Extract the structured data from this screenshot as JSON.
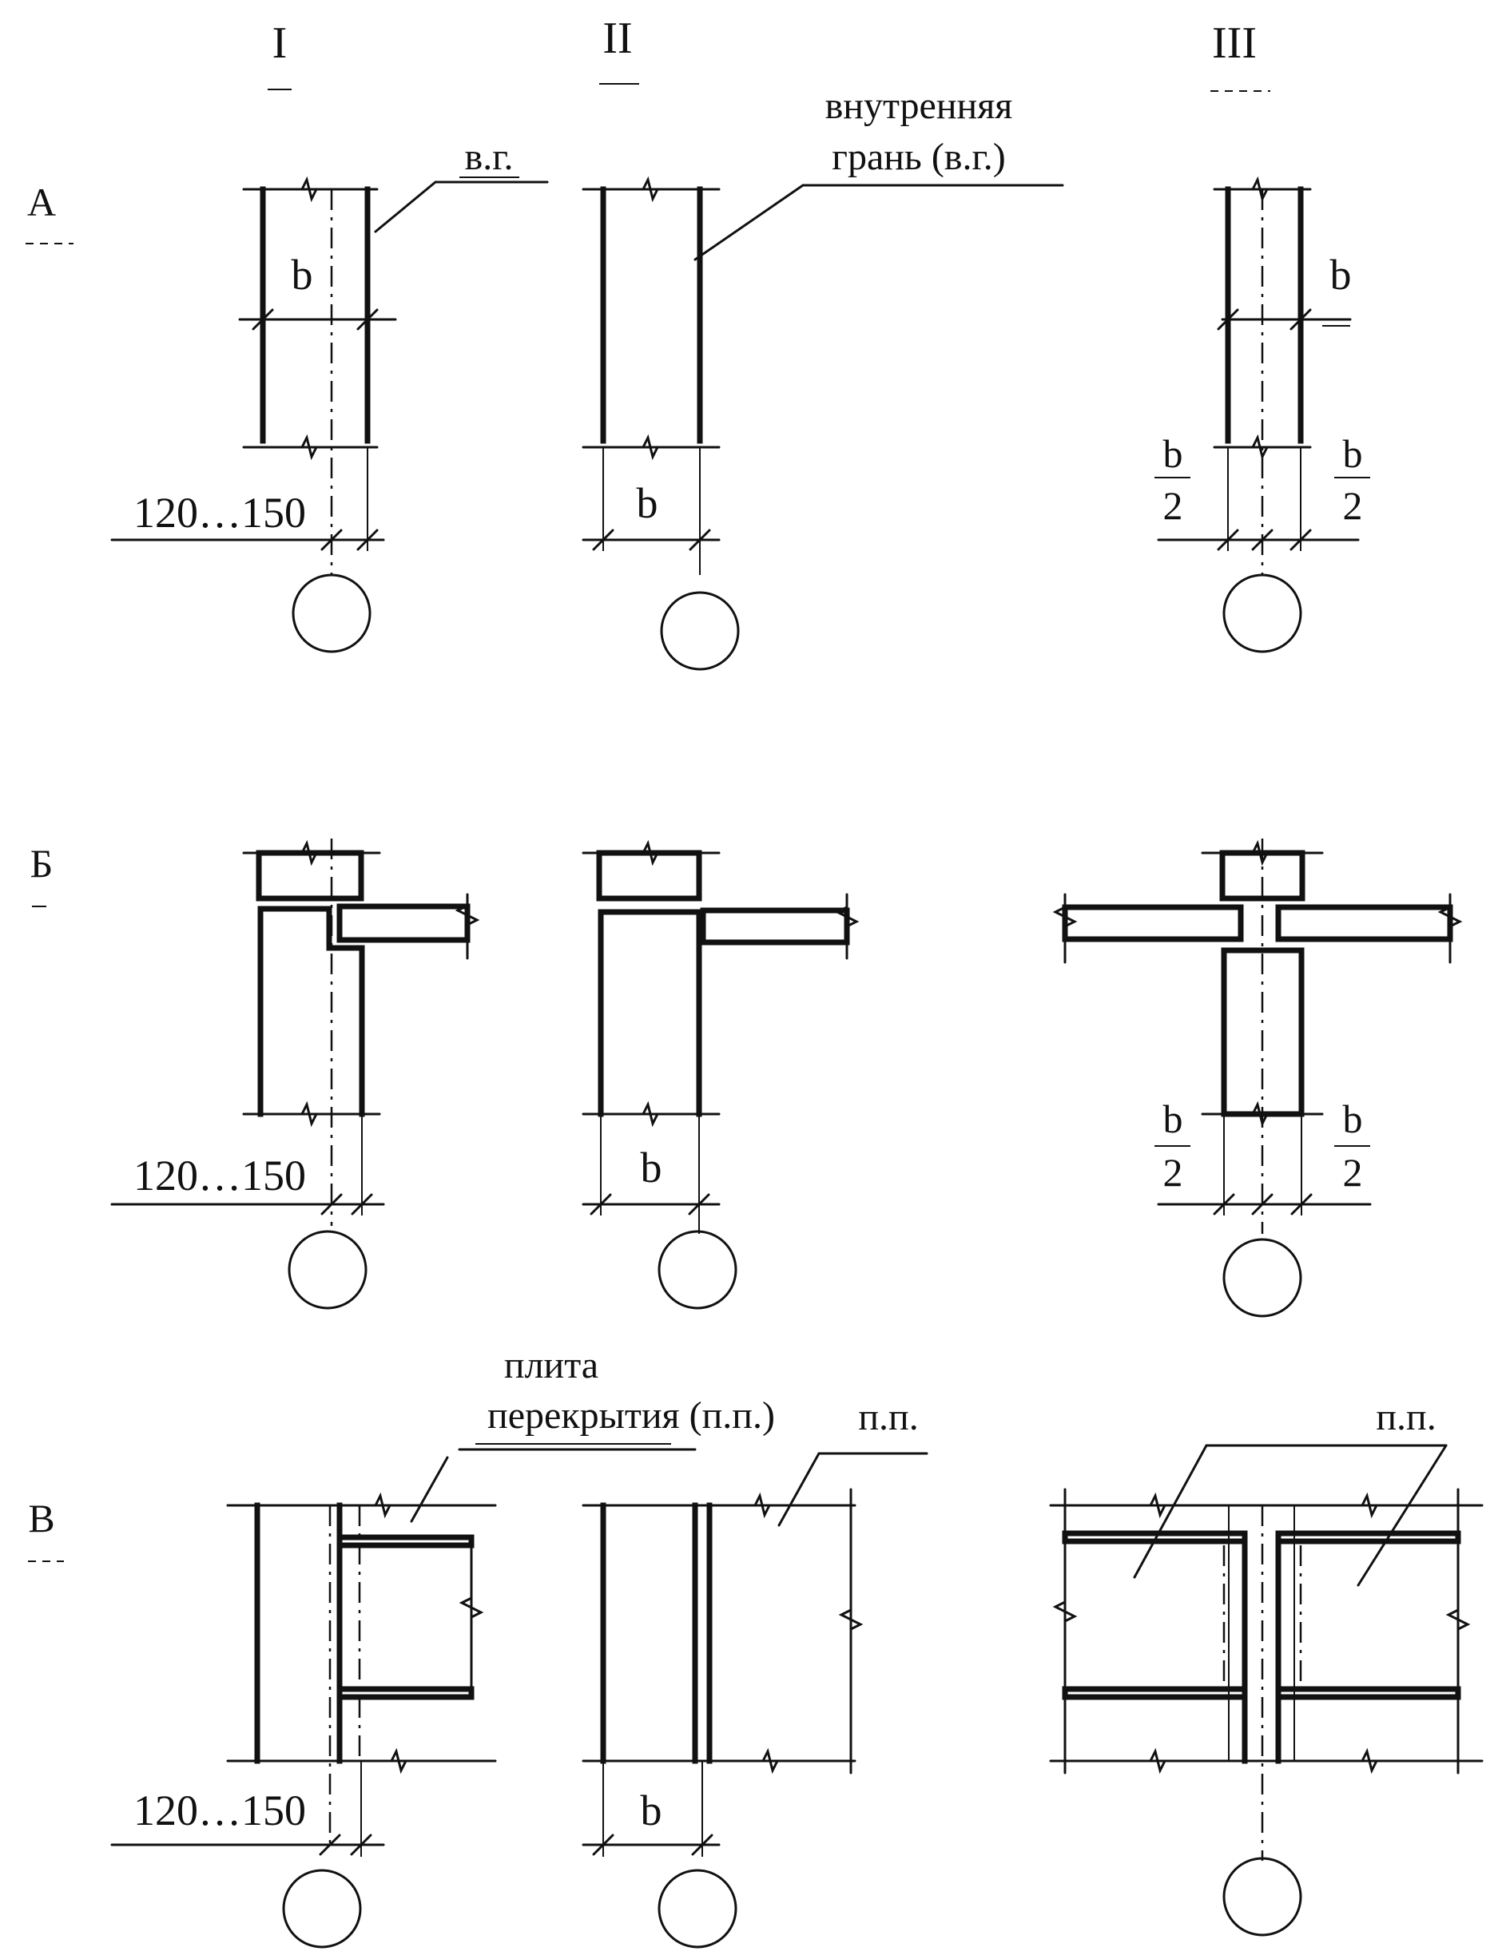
{
  "columns": [
    "I",
    "II",
    "III"
  ],
  "rows": [
    "А",
    "Б",
    "В"
  ],
  "labels": {
    "vg_short": "в.г.",
    "inner_face_1": "внутренняя",
    "inner_face_2": "грань (в.г.)",
    "slab_1": "плита",
    "slab_2": "перекрытия (п.п.)",
    "pp_short": "п.п.",
    "pp_short_right": "п.п.",
    "offset": "120…150",
    "b": "b",
    "half_num": "b",
    "half_den": "2"
  }
}
